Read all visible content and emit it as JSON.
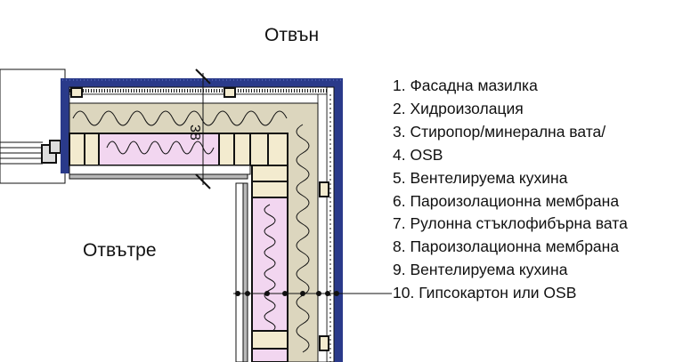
{
  "labels": {
    "outside": "Отвън",
    "inside": "Отвътре",
    "dimension": "38"
  },
  "legend": [
    "1. Фасадна мазилка",
    "2. Хидроизолация",
    "3. Стиропор/минерална вата/",
    "4. OSB",
    "5. Вентелируема кухина",
    "6. Пароизолационна мембрана",
    "7. Рулонна стъклофибърна вата",
    "8. Пароизолационна мембрана",
    "9. Вентелируема кухина",
    "10. Гипсокартон или OSB"
  ],
  "colors": {
    "facade_blue": "#2a3a8a",
    "insulation_beige": "#dcd6be",
    "glasswool_pink": "#f2d6f0",
    "timber": "#f3ebcf",
    "drywall_gray": "#b8b8b8",
    "line": "#111111"
  }
}
